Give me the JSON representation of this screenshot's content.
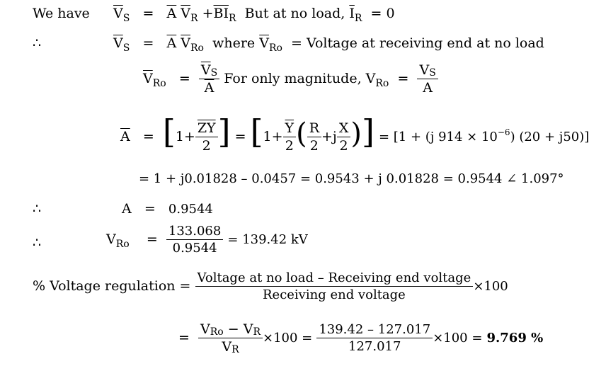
{
  "line1": {
    "we_have": "We have",
    "V": "V",
    "S": "S",
    "eq": "=",
    "A": "A",
    "VR": "V",
    "R": "R",
    "plus": "+",
    "B": "B",
    "I": "I",
    "IR_sub": "R",
    "text": "But at no load,",
    "I2": "I",
    "I2_sub": "R",
    "eq2": "= 0"
  },
  "line2": {
    "therefore": "∴",
    "V": "V",
    "S": "S",
    "eq": "=",
    "A": "A",
    "VRo": "V",
    "Ro": "Ro",
    "where": "where",
    "VRo2": "V",
    "Ro2": "Ro",
    "desc": "= Voltage at receiving end at no load"
  },
  "line3": {
    "V": "V",
    "Ro": "Ro",
    "eq": "=",
    "num_V": "V",
    "num_S": "S",
    "den": "A",
    "text": "For only magnitude,",
    "V2": "V",
    "Ro2": "Ro",
    "eq2": "=",
    "num2_V": "V",
    "num2_S": "S",
    "den2": "A"
  },
  "line4": {
    "A": "A",
    "eq": "=",
    "one": "1+",
    "num": "ZY",
    "den": "2",
    "eq2": "=",
    "one2": "1+",
    "Y": "Y",
    "two": "2",
    "R": "R",
    "two2": "2",
    "plusj": "+j",
    "X": "X",
    "two3": "2",
    "rhs": "= [1 + (j 914 × 10",
    "exp": "−6",
    "rhs2": ") (20 + j50)]"
  },
  "line5": {
    "text": "= 1 + j0.01828 – 0.0457 = 0.9543 + j 0.01828 = 0.9544 ∠ 1.097°"
  },
  "line6": {
    "therefore": "∴",
    "A": "A",
    "eq": "=",
    "val": "0.9544"
  },
  "line7": {
    "therefore": "∴",
    "V": "V",
    "Ro": "Ro",
    "eq": "=",
    "num": "133.068",
    "den": "0.9544",
    "result": "= 139.42 kV"
  },
  "line8": {
    "label": "% Voltage regulation =",
    "num": "Voltage at no load – Receiving end voltage",
    "den": "Receiving end voltage",
    "times": "×100"
  },
  "line9": {
    "eq": "=",
    "num_V": "V",
    "num_Ro": "Ro",
    "minus": " − ",
    "num_V2": "V",
    "num_R": "R",
    "den_V": "V",
    "den_R": "R",
    "times": "×100 =",
    "num2": "139.42 – 127.017",
    "den2": "127.017",
    "times2": "×100 =",
    "result": "9.769 %"
  }
}
